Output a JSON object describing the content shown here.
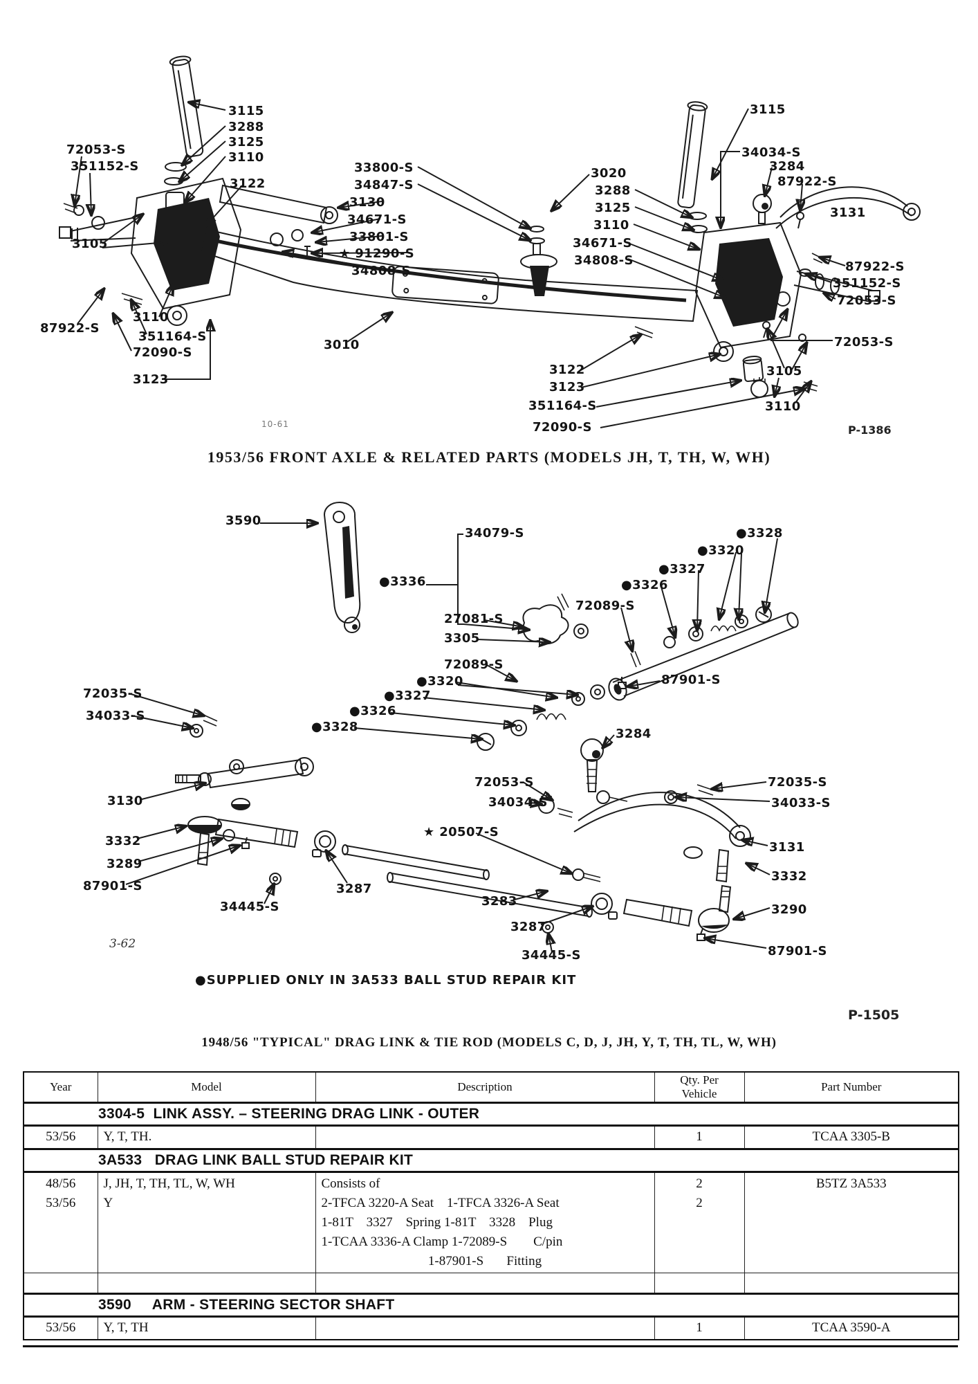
{
  "page": {
    "caption1": "1953/56 FRONT AXLE & RELATED PARTS (MODELS JH, T, TH, W, WH)",
    "plate1": "P-1386",
    "print_date1": "10-61",
    "caption2": "1948/56 \"TYPICAL\" DRAG LINK & TIE ROD (MODELS C, D, J, JH, Y, T, TH, TL, W, WH)",
    "plate2": "P-1505",
    "print_date2": "3-62",
    "repair_kit_note": "●SUPPLIED ONLY IN 3A533 BALL STUD REPAIR KIT"
  },
  "diagram1": {
    "labels": [
      "3115",
      "3288",
      "3125",
      "3110",
      "72053-S",
      "351152-S",
      "3122",
      "3105",
      "87922-S",
      "3110",
      "351164-S",
      "72090-S",
      "3123",
      "33800-S",
      "34847-S",
      "3130",
      "34671-S",
      "33801-S",
      "★ 91290-S",
      "34808-S",
      "3010",
      "3020",
      "3288",
      "3125",
      "3110",
      "34671-S",
      "34808-S",
      "3115",
      "34034-S",
      "3284",
      "87922-S",
      "3131",
      "87922-S",
      "351152-S",
      "72053-S",
      "72053-S",
      "3105",
      "3110",
      "3122",
      "3123",
      "351164-S",
      "72090-S"
    ]
  },
  "diagram2": {
    "labels": [
      "3590",
      "34079-S",
      "●3336",
      "27081-S",
      "3305",
      "●3328",
      "●3320",
      "●3327",
      "●3326",
      "72089-S",
      "87901-S",
      "72035-S",
      "34033-S",
      "72089-S",
      "●3320",
      "●3327",
      "●3326",
      "●3328",
      "3284",
      "3130",
      "72053-S",
      "34034-S",
      "72035-S",
      "34033-S",
      "★ 20507-S",
      "3332",
      "3131",
      "3289",
      "87901-S",
      "3332",
      "34445-S",
      "3287",
      "3283",
      "3290",
      "3287",
      "87901-S",
      "34445-S"
    ]
  },
  "table": {
    "headers": {
      "year": "Year",
      "model": "Model",
      "description": "Description",
      "qty1": "Qty. Per",
      "qty2": "Vehicle",
      "part": "Part Number"
    },
    "section1": "3304-5  LINK ASSY. – STEERING DRAG LINK - OUTER",
    "row1": {
      "year": "53/56",
      "model": "Y, T, TH.",
      "qty": "1",
      "part": "TCAA 3305-B"
    },
    "section2": "3A533   DRAG LINK BALL STUD REPAIR KIT",
    "row2": {
      "year_line1": "48/56",
      "year_line2": "53/56",
      "model_line1": "J, JH, T, TH, TL, W, WH",
      "model_line2": "Y",
      "desc_line1": "Consists of",
      "desc_line2": "2-TFCA 3220-A Seat    1-TFCA 3326-A Seat",
      "desc_line3": "1-81T    3327    Spring 1-81T    3328    Plug",
      "desc_line4": "1-TCAA 3336-A Clamp 1-72089-S        C/pin",
      "desc_line5": "1-87901-S       Fitting",
      "qty_line1": "2",
      "qty_line2": "2",
      "part": "B5TZ 3A533"
    },
    "section3": "3590     ARM - STEERING SECTOR SHAFT",
    "row3": {
      "year": "53/56",
      "model": "Y, T, TH",
      "qty": "1",
      "part": "TCAA 3590-A"
    }
  }
}
